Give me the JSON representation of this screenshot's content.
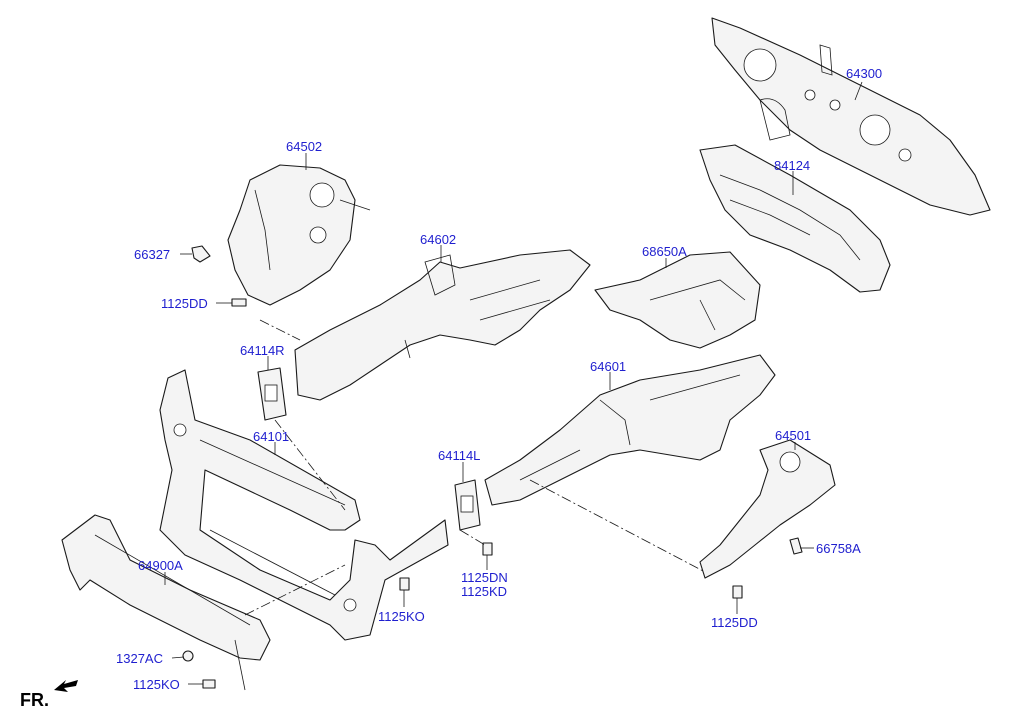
{
  "labels": {
    "p64300": "64300",
    "p84124": "84124",
    "p64502": "64502",
    "p66327": "66327",
    "p1125DD_top": "1125DD",
    "p64602": "64602",
    "p68650A": "68650A",
    "p64114R": "64114R",
    "p64101": "64101",
    "p64601": "64601",
    "p64114L": "64114L",
    "p64501": "64501",
    "p66758A": "66758A",
    "p64900A": "64900A",
    "p1125DN": "1125DN",
    "p1125KD": "1125KD",
    "p1125KO_mid": "1125KO",
    "p1125DD_bottom": "1125DD",
    "p1327AC": "1327AC",
    "p1125KO_bottom": "1125KO"
  },
  "direction": {
    "label": "FR."
  },
  "colors": {
    "label_text": "#1f1fcf",
    "line_art": "#1a1a1a"
  }
}
